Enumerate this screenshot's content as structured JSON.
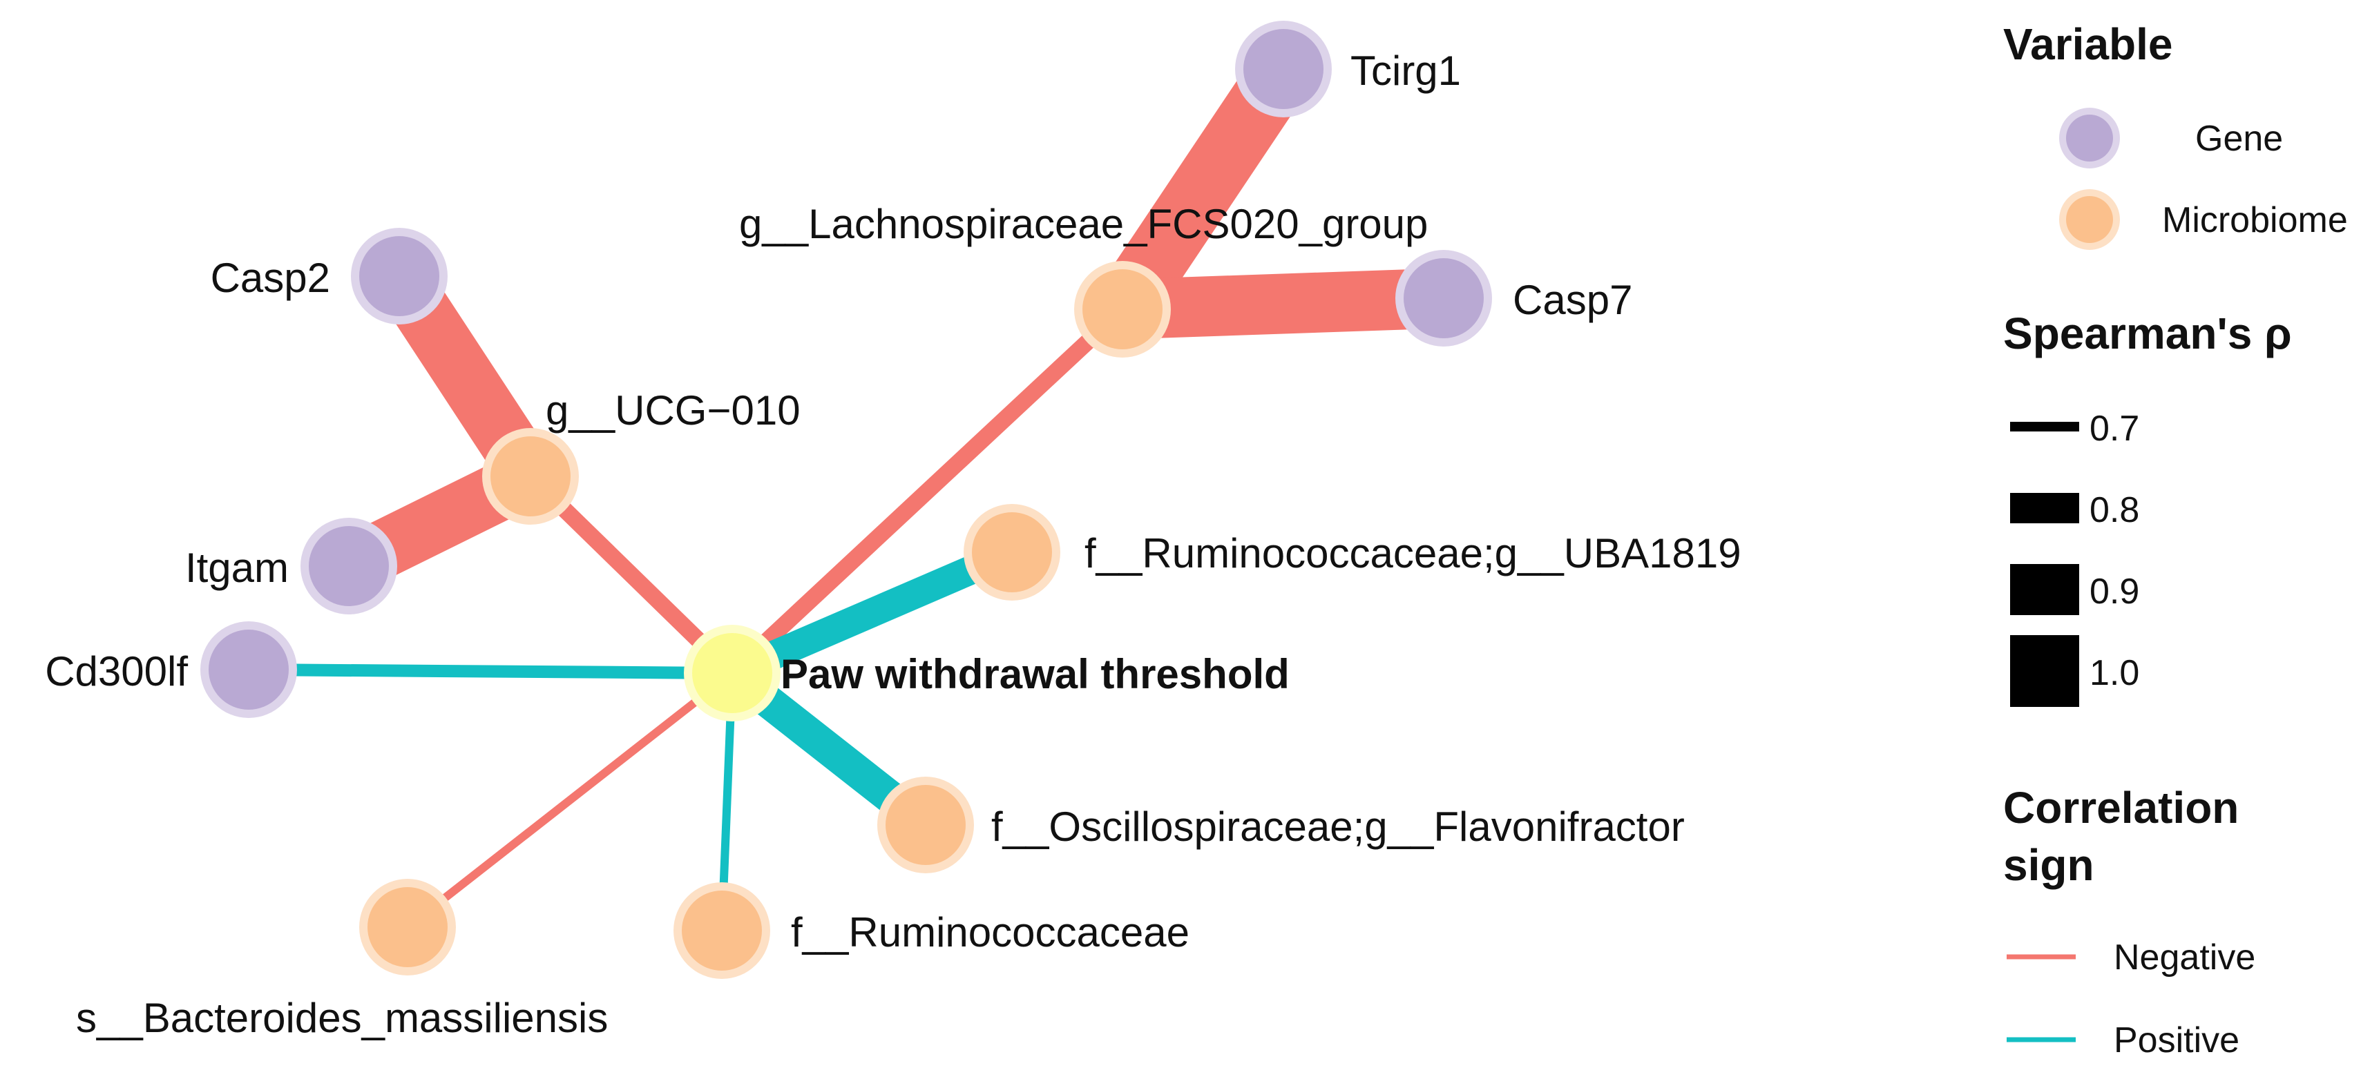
{
  "network": {
    "nodes": [
      {
        "id": "paw",
        "label": "Paw withdrawal threshold",
        "type": "Phenotype",
        "bold": true
      },
      {
        "id": "tcirg1",
        "label": "Tcirg1",
        "type": "Gene"
      },
      {
        "id": "casp7",
        "label": "Casp7",
        "type": "Gene"
      },
      {
        "id": "casp2",
        "label": "Casp2",
        "type": "Gene"
      },
      {
        "id": "itgam",
        "label": "Itgam",
        "type": "Gene"
      },
      {
        "id": "cd300lf",
        "label": "Cd300lf",
        "type": "Gene"
      },
      {
        "id": "lachno",
        "label": "g__Lachnospiraceae_FCS020_group",
        "type": "Microbiome"
      },
      {
        "id": "ucg010",
        "label": "g__UCG−010",
        "type": "Microbiome"
      },
      {
        "id": "uba1819",
        "label": "f__Ruminococcaceae;g__UBA1819",
        "type": "Microbiome"
      },
      {
        "id": "flavo",
        "label": "f__Oscillospiraceae;g__Flavonifractor",
        "type": "Microbiome"
      },
      {
        "id": "rumino",
        "label": "f__Ruminococcaceae",
        "type": "Microbiome"
      },
      {
        "id": "bacter",
        "label": "s__Bacteroides_massiliensis",
        "type": "Microbiome"
      }
    ],
    "edges": [
      {
        "from": "lachno",
        "to": "tcirg1",
        "rho": 0.95,
        "sign": "Negative"
      },
      {
        "from": "lachno",
        "to": "casp7",
        "rho": 0.93,
        "sign": "Negative"
      },
      {
        "from": "ucg010",
        "to": "casp2",
        "rho": 0.92,
        "sign": "Negative"
      },
      {
        "from": "ucg010",
        "to": "itgam",
        "rho": 0.92,
        "sign": "Negative"
      },
      {
        "from": "paw",
        "to": "lachno",
        "rho": 0.72,
        "sign": "Negative"
      },
      {
        "from": "paw",
        "to": "ucg010",
        "rho": 0.72,
        "sign": "Negative"
      },
      {
        "from": "paw",
        "to": "uba1819",
        "rho": 0.78,
        "sign": "Positive"
      },
      {
        "from": "paw",
        "to": "flavo",
        "rho": 0.8,
        "sign": "Positive"
      },
      {
        "from": "paw",
        "to": "cd300lf",
        "rho": 0.7,
        "sign": "Positive"
      },
      {
        "from": "paw",
        "to": "rumino",
        "rho": 0.68,
        "sign": "Positive"
      },
      {
        "from": "paw",
        "to": "bacter",
        "rho": 0.68,
        "sign": "Negative"
      }
    ]
  },
  "colors": {
    "gene": "#b9a9d3",
    "gene_halo": "#ddd4ea",
    "microbiome": "#fbc08c",
    "microbiome_halo": "#fde0c5",
    "phenotype": "#fbfb8e",
    "phenotype_halo": "#fdfdc8",
    "negative": "#f4776f",
    "positive": "#13bfc3"
  },
  "legend": {
    "variable": {
      "title": "Variable",
      "items": [
        {
          "label": "Gene",
          "type": "Gene"
        },
        {
          "label": "Microbiome",
          "type": "Microbiome"
        }
      ]
    },
    "spearman": {
      "title": "Spearman's ρ",
      "items": [
        {
          "label": "0.7",
          "value": 0.7
        },
        {
          "label": "0.8",
          "value": 0.8
        },
        {
          "label": "0.9",
          "value": 0.9
        },
        {
          "label": "1.0",
          "value": 1.0
        }
      ]
    },
    "correlation": {
      "title_line1": "Correlation",
      "title_line2": "sign",
      "items": [
        {
          "label": "Negative",
          "sign": "Negative"
        },
        {
          "label": "Positive",
          "sign": "Positive"
        }
      ]
    }
  }
}
